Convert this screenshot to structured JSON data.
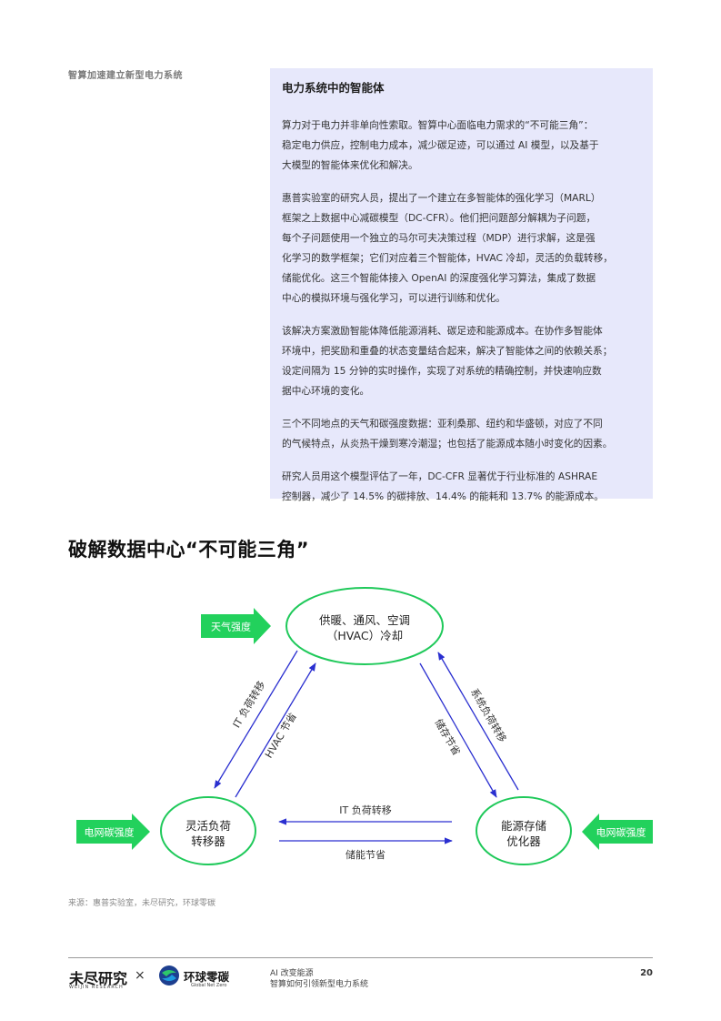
{
  "header": {
    "running_title": "智算加速建立新型电力系统"
  },
  "box": {
    "title": "电力系统中的智能体",
    "paragraphs": [
      [
        "算力对于电力并非单向性索取。智算中心面临电力需求的“不可能三角”：",
        "稳定电力供应，控制电力成本，减少碳足迹，可以通过 AI 模型，以及基于",
        "大模型的智能体来优化和解决。"
      ],
      [
        "惠普实验室的研究人员，提出了一个建立在多智能体的强化学习（MARL）",
        "框架之上数据中心减碳模型（DC-CFR）。他们把问题部分解耦为子问题，",
        "每个子问题使用一个独立的马尔可夫决策过程（MDP）进行求解，这是强",
        "化学习的数学框架；它们对应着三个智能体，HVAC 冷却，灵活的负载转移，",
        "储能优化。这三个智能体接入 OpenAI 的深度强化学习算法，集成了数据",
        "中心的模拟环境与强化学习，可以进行训练和优化。"
      ],
      [
        "该解决方案激励智能体降低能源消耗、碳足迹和能源成本。在协作多智能体",
        "环境中，把奖励和重叠的状态变量结合起来，解决了智能体之间的依赖关系；",
        "设定间隔为 15 分钟的实时操作，实现了对系统的精确控制，并快速响应数",
        "据中心环境的变化。"
      ],
      [
        "三个不同地点的天气和碳强度数据：亚利桑那、纽约和华盛顿，对应了不同",
        "的气候特点，从炎热干燥到寒冷潮湿；也包括了能源成本随小时变化的因素。"
      ],
      [
        "研究人员用这个模型评估了一年，DC-CFR 显著优于行业标准的 ASHRAE",
        "控制器，减少了 14.5% 的碳排放、14.4% 的能耗和 13.7% 的能源成本。"
      ]
    ]
  },
  "section": {
    "title": "破解数据中心“不可能三角”"
  },
  "diagram": {
    "nodes": {
      "hvac": [
        "供暖、通风、空调",
        "（HVAC）冷却"
      ],
      "flex": [
        "灵活负荷",
        "转移器"
      ],
      "storage": [
        "能源存储",
        "优化器"
      ]
    },
    "inputs": {
      "weather": "天气强度",
      "grid_left": "电网碳强度",
      "grid_right": "电网碳强度"
    },
    "edges": {
      "it_shift_diag": "IT 负荷转移",
      "hvac_save": "HVAC 节省",
      "storage_save": "储存节省",
      "system_shift": "系统负荷转移",
      "it_shift_horiz": "IT 负荷转移",
      "energy_save": "储能节省"
    },
    "colors": {
      "node_border": "#1fc95a",
      "arrow": "#2a2fd0",
      "input_fill": "#22d15c"
    }
  },
  "source": "来源：惠普实验室，未尽研究，环球零碳",
  "footer": {
    "brand_1": "未尽研究",
    "brand_1_sub": "WEIJIN RESEARCH",
    "times": "×",
    "brand_2": "环球零碳",
    "brand_2_sub": "Global Net Zero",
    "line_1": "AI 改变能源",
    "line_2": "智算如何引领新型电力系统",
    "page": "20"
  }
}
